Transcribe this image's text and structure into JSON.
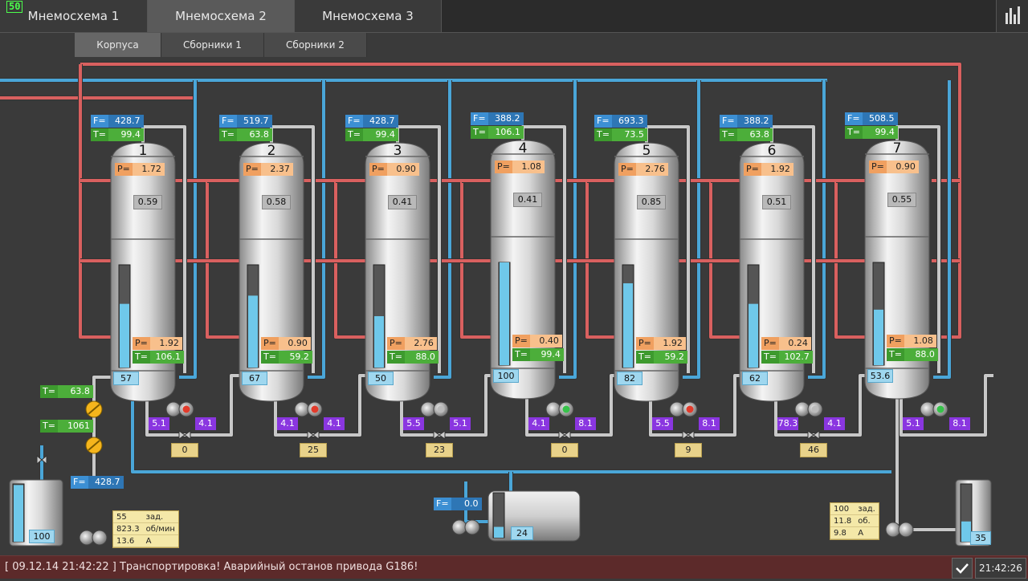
{
  "fps": "50",
  "tabs": [
    "Мнемосхема 1",
    "Мнемосхема 2",
    "Мнемосхема 3"
  ],
  "subtabs": [
    "Корпуса",
    "Сборники 1",
    "Сборники 2"
  ],
  "vessels": [
    {
      "num": "1",
      "F": "428.7",
      "T": "99.4",
      "P_top": "1.72",
      "mid": "0.59",
      "P_bot": "1.92",
      "T_bot": "106.1",
      "level": "57",
      "level_frac": 0.62,
      "left_val": "5.1",
      "right_val": "4.1",
      "valve": "0",
      "motor": "red"
    },
    {
      "num": "2",
      "F": "519.7",
      "T": "63.8",
      "P_top": "2.37",
      "mid": "0.58",
      "P_bot": "0.90",
      "T_bot": "59.2",
      "level": "67",
      "level_frac": 0.7,
      "left_val": "4.1",
      "right_val": "4.1",
      "valve": "25",
      "motor": "red"
    },
    {
      "num": "3",
      "F": "428.7",
      "T": "99.4",
      "P_top": "0.90",
      "mid": "0.41",
      "P_bot": "2.76",
      "T_bot": "88.0",
      "level": "50",
      "level_frac": 0.5,
      "left_val": "5.5",
      "right_val": "5.1",
      "valve": "23",
      "motor": "gray"
    },
    {
      "num": "4",
      "F": "388.2",
      "T": "106.1",
      "P_top": "1.08",
      "mid": "0.41",
      "P_bot": "0.40",
      "T_bot": "99.4",
      "level": "100",
      "level_frac": 1.0,
      "left_val": "4.1",
      "right_val": "8.1",
      "valve": "0",
      "motor": "green"
    },
    {
      "num": "5",
      "F": "693.3",
      "T": "73.5",
      "P_top": "2.76",
      "mid": "0.85",
      "P_bot": "1.92",
      "T_bot": "59.2",
      "level": "82",
      "level_frac": 0.82,
      "left_val": "5.5",
      "right_val": "8.1",
      "valve": "9",
      "motor": "red"
    },
    {
      "num": "6",
      "F": "388.2",
      "T": "63.8",
      "P_top": "1.92",
      "mid": "0.51",
      "P_bot": "0.24",
      "T_bot": "102.7",
      "level": "62",
      "level_frac": 0.62,
      "left_val": "78.3",
      "right_val": "4.1",
      "valve": "46",
      "motor": "gray"
    },
    {
      "num": "7",
      "F": "508.5",
      "T": "99.4",
      "P_top": "0.90",
      "mid": "0.55",
      "P_bot": "1.08",
      "T_bot": "88.0",
      "level": "53.6",
      "level_frac": 0.54,
      "left_val": "5.1",
      "right_val": "8.1",
      "valve": "",
      "motor": "green"
    }
  ],
  "feed": {
    "T1": "63.8",
    "T2": "1061",
    "F": "428.7",
    "tank_level": "100",
    "tank_frac": 0.98,
    "info": [
      {
        "v": "55",
        "u": "зад."
      },
      {
        "v": "823.3",
        "u": "об/мин"
      },
      {
        "v": "13.6",
        "u": "А"
      }
    ]
  },
  "middle": {
    "F": "0.0",
    "tank_level": "24",
    "tank_frac": 0.24
  },
  "output": {
    "tank_level": "35",
    "tank_frac": 0.35,
    "info": [
      {
        "v": "100",
        "u": "зад."
      },
      {
        "v": "11.8",
        "u": "об."
      },
      {
        "v": "9.8",
        "u": "А"
      }
    ]
  },
  "labels": {
    "F": "F=",
    "T": "T=",
    "P": "P="
  },
  "status": {
    "message": "[ 09.12.14 21:42:22 ] Транспортировка! Аварийный останов привода G186!",
    "time": "21:42:26"
  },
  "colors": {
    "hot_pipe": "#d9605f",
    "cold_pipe": "#4aa6d8",
    "gray_pipe": "#c8c8c8"
  }
}
